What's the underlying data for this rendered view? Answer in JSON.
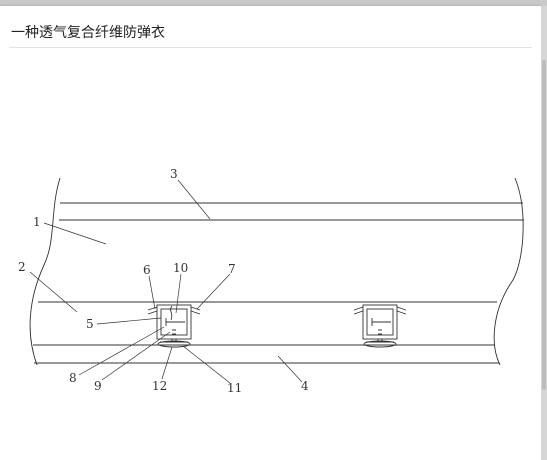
{
  "window": {
    "title": "一种透气复合纤维防弹衣"
  },
  "figure": {
    "labels": {
      "l1": "1",
      "l2": "2",
      "l3": "3",
      "l4": "4",
      "l5": "5",
      "l6": "6",
      "l7": "7",
      "l8": "8",
      "l9": "9",
      "l10": "10",
      "l11": "11",
      "l12": "12"
    },
    "line_color": "#333333"
  }
}
